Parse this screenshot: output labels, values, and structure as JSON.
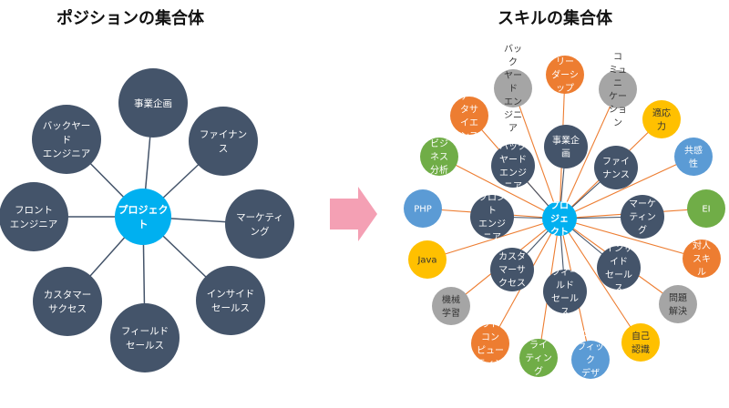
{
  "titles": {
    "left": "ポジションの集合体",
    "right": "スキルの集合体"
  },
  "colors": {
    "position_node": "#44546a",
    "center": "#00b0f0",
    "left_connector": "#44546a",
    "right_connector": "#ed7d31",
    "arrow": "#f4a0b4",
    "orange": "#ed7d31",
    "gray": "#a5a5a5",
    "yellow": "#ffc000",
    "blue": "#5b9bd5",
    "green": "#70ad47"
  },
  "left_diagram": {
    "center_label": "プロジェクト",
    "positions": [
      {
        "id": "jigyo",
        "label": "事業企画"
      },
      {
        "id": "finance",
        "label": "ファイナンス"
      },
      {
        "id": "marketing",
        "label": "マーケティング"
      },
      {
        "id": "insidesales",
        "label": "インサイドセールス"
      },
      {
        "id": "fieldsales",
        "label": "フィールドセールス"
      },
      {
        "id": "cs",
        "label": "カスタマーサクセス"
      },
      {
        "id": "frontend",
        "label": "フロントエンジニア"
      },
      {
        "id": "backend",
        "label": "バックヤードエンジニア"
      }
    ]
  },
  "right_diagram": {
    "center_label": "プロジェクト",
    "positions": [
      {
        "id": "jigyo",
        "label": "事業企画"
      },
      {
        "id": "finance",
        "label": "ファイナンス"
      },
      {
        "id": "marketing",
        "label": "マーケティング"
      },
      {
        "id": "insidesales",
        "label": "インサイドセールス"
      },
      {
        "id": "fieldsales",
        "label": "フィールドセールス"
      },
      {
        "id": "cs",
        "label": "カスタマーサクセス"
      },
      {
        "id": "frontend",
        "label": "フロントエンジニア"
      },
      {
        "id": "backend",
        "label": "バックヤードエンジニア"
      }
    ],
    "skills": [
      {
        "id": "backyard-eng",
        "label": "バックヤードエンジニア",
        "color": "gray"
      },
      {
        "id": "leadership",
        "label": "リーダーシップ",
        "color": "orange"
      },
      {
        "id": "communication",
        "label": "コミュニケーション",
        "color": "gray"
      },
      {
        "id": "tekio",
        "label": "適応力",
        "color": "yellow"
      },
      {
        "id": "kyokan",
        "label": "共感性",
        "color": "blue"
      },
      {
        "id": "ei",
        "label": "EI",
        "color": "green"
      },
      {
        "id": "taijin",
        "label": "対人スキル",
        "color": "orange"
      },
      {
        "id": "mondai",
        "label": "問題解決",
        "color": "gray"
      },
      {
        "id": "jiko",
        "label": "自己認識",
        "color": "yellow"
      },
      {
        "id": "graphic",
        "label": "グラフィックデザイン",
        "color": "blue"
      },
      {
        "id": "writing",
        "label": "ライティング",
        "color": "green"
      },
      {
        "id": "cloud",
        "label": "クラウドコンピューティング",
        "color": "orange"
      },
      {
        "id": "kikai",
        "label": "機械学習",
        "color": "gray"
      },
      {
        "id": "java",
        "label": "Java",
        "color": "yellow"
      },
      {
        "id": "php",
        "label": "PHP",
        "color": "blue"
      },
      {
        "id": "business",
        "label": "ビジネス分析",
        "color": "green"
      },
      {
        "id": "datascience",
        "label": "データサイエンス",
        "color": "orange"
      }
    ]
  }
}
